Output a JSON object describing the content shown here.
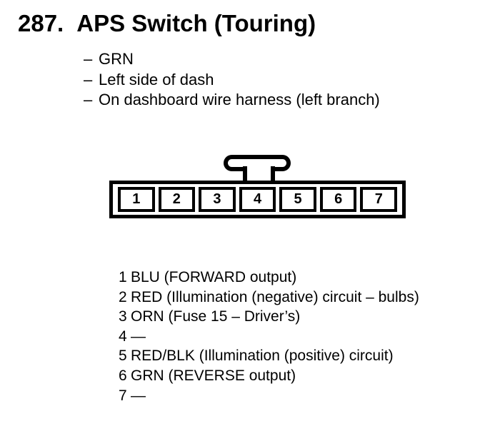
{
  "header": {
    "number": "287.",
    "title": "APS Switch (Touring)"
  },
  "notes": {
    "bullet": "–",
    "items": [
      "GRN",
      "Left side of dash",
      "On dashboard wire harness (left branch)"
    ]
  },
  "connector": {
    "pins": [
      "1",
      "2",
      "3",
      "4",
      "5",
      "6",
      "7"
    ]
  },
  "pinout": {
    "rows": [
      {
        "pin": "1",
        "desc": "BLU (FORWARD output)"
      },
      {
        "pin": "2",
        "desc": "RED (Illumination (negative) circuit – bulbs)"
      },
      {
        "pin": "3",
        "desc": "ORN (Fuse 15 – Driver’s)"
      },
      {
        "pin": "4",
        "desc": "—"
      },
      {
        "pin": "5",
        "desc": "RED/BLK (Illumination (positive) circuit)"
      },
      {
        "pin": "6",
        "desc": "GRN (REVERSE output)"
      },
      {
        "pin": "7",
        "desc": "—"
      }
    ]
  },
  "colors": {
    "ink": "#000000",
    "paper": "#ffffff"
  }
}
